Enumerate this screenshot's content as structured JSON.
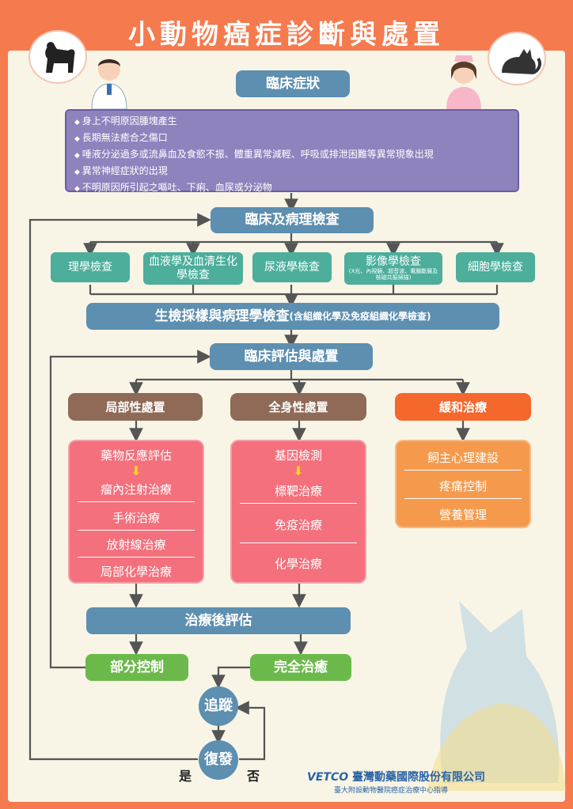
{
  "title": "小動物癌症診斷與處置",
  "steps": {
    "clinical_symptoms": "臨床症狀",
    "clinical_exam": "臨床及病理檢查",
    "biopsy": "生檢採樣與病理學檢查",
    "biopsy_note": "(含組織化學及免疫組織化學檢查)",
    "assessment": "臨床評估與處置",
    "post_eval": "治療後評估",
    "partial": "部分控制",
    "complete": "完全治癒",
    "follow_up": "追蹤",
    "relapse": "復發",
    "yes": "是",
    "no": "否"
  },
  "symptoms": [
    "身上不明原因腫塊產生",
    "長期無法癒合之傷口",
    "唾液分泌過多或流鼻血及食慾不振、體重異常減輕、呼吸或排泄困難等異常現象出現",
    "異常神經症狀的出現",
    "不明原因所引起之嘔吐、下痢、血尿或分泌物"
  ],
  "exams": {
    "physical": "理學檢查",
    "blood": "血液學及血清生化學檢查",
    "urine": "尿液學檢查",
    "imaging": "影像學檢查",
    "imaging_note": "(X光、內視鏡、超音波、電腦斷層及核磁共振掃描)",
    "cytology": "細胞學檢查"
  },
  "treatments": {
    "local": {
      "header": "局部性處置",
      "top": "藥物反應評估",
      "bottom": "瘤內注射治療",
      "items": [
        "手術治療",
        "放射線治療",
        "局部化學治療"
      ]
    },
    "systemic": {
      "header": "全身性處置",
      "top": "基因檢測",
      "bottom": "標靶治療",
      "items": [
        "免疫治療",
        "化學治療"
      ]
    },
    "palliative": {
      "header": "緩和治療",
      "items": [
        "飼主心理建設",
        "疼痛控制",
        "營養管理"
      ]
    }
  },
  "logo": {
    "brand": "VETCO",
    "company": "臺灣動藥國際股份有限公司",
    "sub": "臺大附設動物醫院癌症治療中心指導"
  },
  "colors": {
    "background": "#f57a4e",
    "panel": "#f8f5e7",
    "step_blue": "#5d8fb0",
    "exam_teal": "#4cae9b",
    "local_brown": "#8e6a57",
    "palliative_orange": "#f4672d",
    "pink_box": "#f3707c",
    "symptom_purple": "#8e83bd",
    "outcome_green": "#6cb94b"
  },
  "icons": [
    "dog-icon",
    "cat-icon",
    "doctor-icon",
    "nurse-icon",
    "down-arrow-icon"
  ]
}
